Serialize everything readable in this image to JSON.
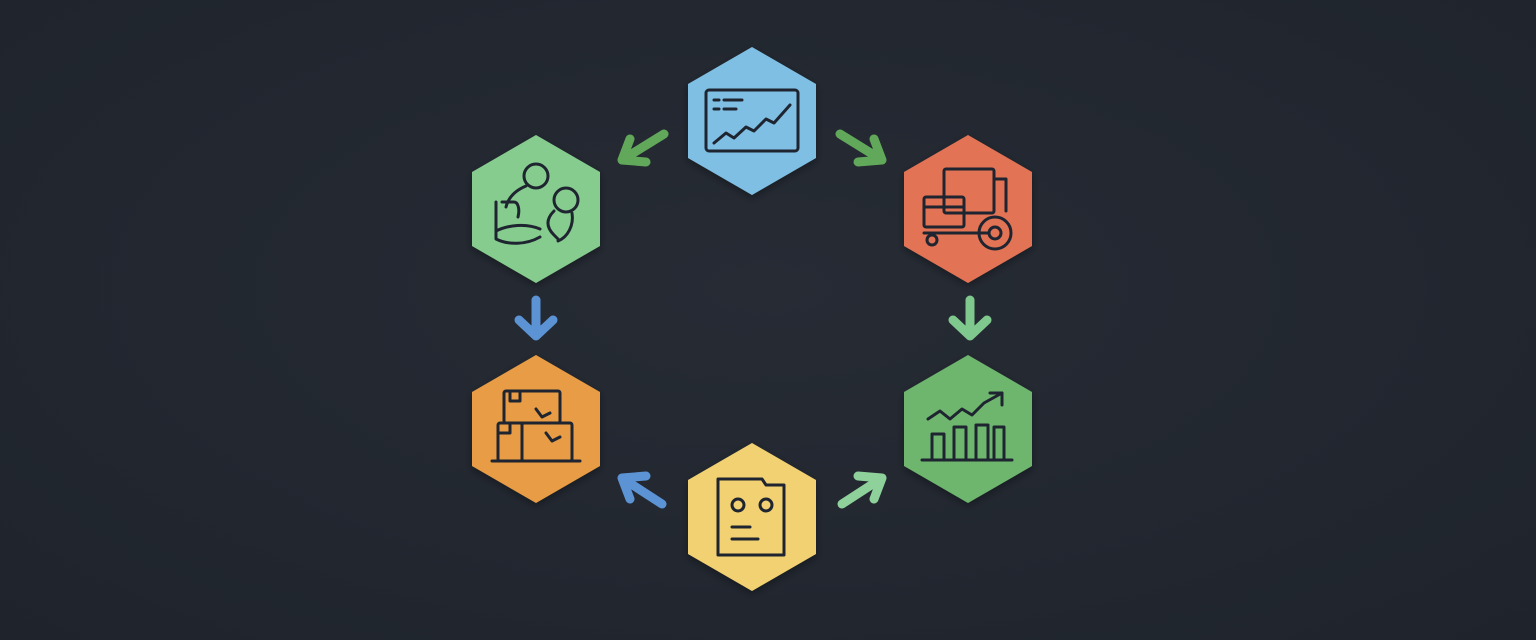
{
  "diagram": {
    "background_color": "#22272f",
    "nodes": [
      {
        "id": "monitor",
        "icon": "analytics-monitor-icon",
        "color": "#7fbfe3"
      },
      {
        "id": "people",
        "icon": "team-collaboration-icon",
        "color": "#86cc8e"
      },
      {
        "id": "logistics",
        "icon": "delivery-cart-icon",
        "color": "#e27355"
      },
      {
        "id": "inventory",
        "icon": "stacked-boxes-icon",
        "color": "#e79c44"
      },
      {
        "id": "growth",
        "icon": "bar-chart-growth-icon",
        "color": "#6eb56e"
      },
      {
        "id": "records",
        "icon": "document-card-icon",
        "color": "#f1d171"
      }
    ],
    "arrows": [
      {
        "from": "monitor",
        "to": "people",
        "color": "#62a85a"
      },
      {
        "from": "monitor",
        "to": "logistics",
        "color": "#62a85a"
      },
      {
        "from": "people",
        "to": "inventory",
        "color": "#5b93d4"
      },
      {
        "from": "logistics",
        "to": "growth",
        "color": "#7fc98e"
      },
      {
        "from": "records",
        "to": "inventory",
        "color": "#5b93d4"
      },
      {
        "from": "records",
        "to": "growth",
        "color": "#8fd19a"
      }
    ]
  }
}
